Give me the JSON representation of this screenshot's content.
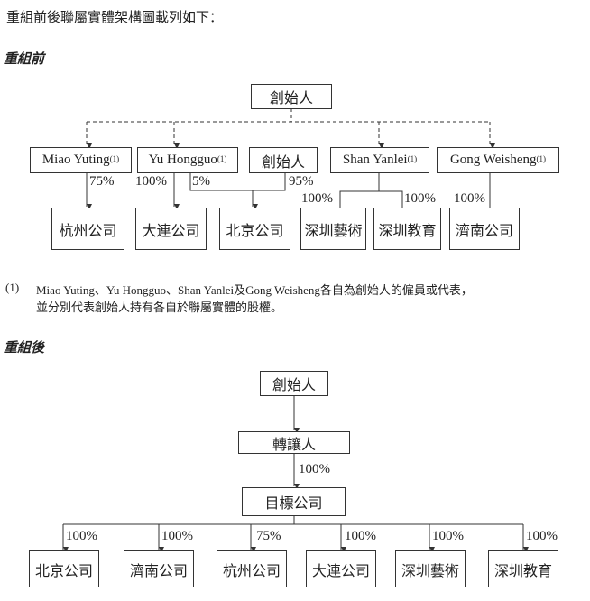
{
  "intro": "重組前後聯屬實體架構圖載列如下：",
  "before": {
    "heading": "重組前",
    "top": "創始人",
    "row2": [
      {
        "name": "Miao Yuting",
        "note": "(1)"
      },
      {
        "name": "Yu Hongguo",
        "note": "(1)"
      },
      {
        "name": "創始人",
        "note": ""
      },
      {
        "name": "Shan Yanlei",
        "note": "(1)"
      },
      {
        "name": "Gong Weisheng",
        "note": "(1)"
      }
    ],
    "row3": [
      "杭州公司",
      "大連公司",
      "北京公司",
      "深圳藝術",
      "深圳教育",
      "濟南公司"
    ],
    "pcts": [
      "75%",
      "100%",
      "5%",
      "95%",
      "100%",
      "100%",
      "100%"
    ]
  },
  "footnote": {
    "marker": "(1)",
    "line1": "Miao Yuting、Yu Hongguo、Shan Yanlei及Gong Weisheng各自為創始人的僱員或代表，",
    "line2": "並分別代表創始人持有各自於聯屬實體的股權。"
  },
  "after": {
    "heading": "重組後",
    "top": "創始人",
    "transferor": "轉讓人",
    "transferor_pct": "100%",
    "target": "目標公司",
    "subs": [
      {
        "name": "北京公司",
        "pct": "100%"
      },
      {
        "name": "濟南公司",
        "pct": "100%"
      },
      {
        "name": "杭州公司",
        "pct": "75%"
      },
      {
        "name": "大連公司",
        "pct": "100%"
      },
      {
        "name": "深圳藝術",
        "pct": "100%"
      },
      {
        "name": "深圳教育",
        "pct": "100%"
      }
    ]
  }
}
